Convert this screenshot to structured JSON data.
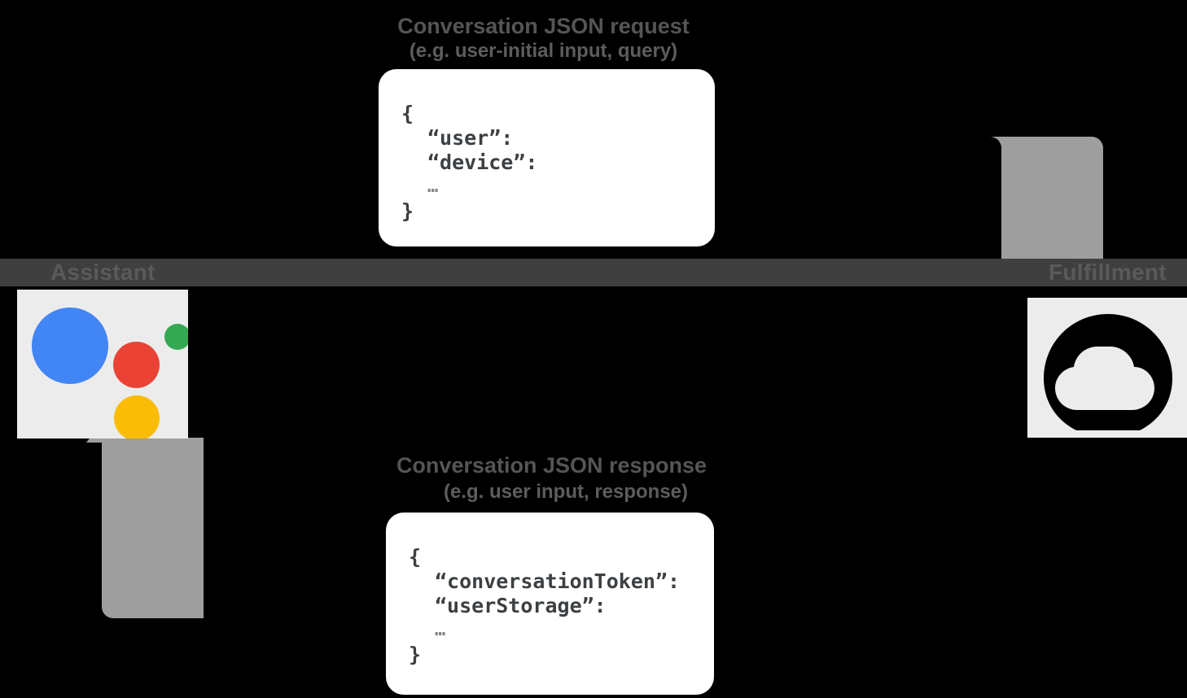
{
  "diagram": {
    "type": "conversation-flow",
    "background_color": "#000000",
    "band_color": "#9e9e9e",
    "strip_color": "#3f3f3f"
  },
  "endpoints": {
    "left": {
      "label": "Assistant",
      "icon": "google-assistant-icon",
      "tile_color": "#ececec",
      "dot_colors": {
        "blue": "#4285F4",
        "red": "#EA4335",
        "green": "#34A853",
        "yellow": "#FBBC05"
      }
    },
    "right": {
      "label": "Fulfillment",
      "icon": "cloud-icon",
      "tile_color": "#ececec",
      "icon_color": "#000000"
    }
  },
  "flows": {
    "request": {
      "title": "Conversation JSON request",
      "subtitle": "(e.g. user-initial input, query)",
      "direction": "left-to-right",
      "json": {
        "open": "{",
        "keys": [
          "“user”:",
          "“device”:"
        ],
        "ellipsis": "…",
        "close": "}"
      }
    },
    "response": {
      "title": "Conversation JSON response",
      "subtitle": "(e.g. user input, response)",
      "direction": "right-to-left",
      "json": {
        "open": "{",
        "keys": [
          "“conversationToken”:",
          "“userStorage”:"
        ],
        "ellipsis": "…",
        "close": "}"
      }
    }
  }
}
